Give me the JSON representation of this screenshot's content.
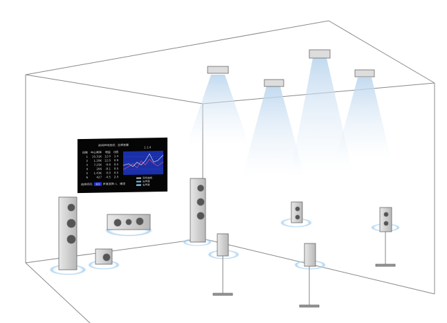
{
  "screen": {
    "title": "房间声场测试：各频音量",
    "version": "1.1.4",
    "headers": [
      "段数",
      "中心频率",
      "增益",
      "Q值"
    ],
    "rows": [
      [
        "1",
        "15.31K",
        "12.0",
        "1.4"
      ],
      [
        "2",
        "1.20K",
        "12.0",
        "0.9"
      ],
      [
        "3",
        "7.25K",
        "-9.6",
        "0.5"
      ],
      [
        "4",
        "206",
        "-8.1",
        "0.5"
      ],
      [
        "5",
        "1.43K",
        "0.0",
        "0.5"
      ],
      [
        "6",
        "427",
        "-4.5",
        "2.3"
      ]
    ],
    "legend": [
      "目标曲线",
      "左声道",
      "右声道"
    ],
    "legend_colors": [
      "#bbbbbb",
      "#66ccee",
      "#99ddff"
    ],
    "select_label": "选择项目:",
    "select_value": "EQ",
    "channel_label": "声道选择: L",
    "confirm": "确定"
  }
}
